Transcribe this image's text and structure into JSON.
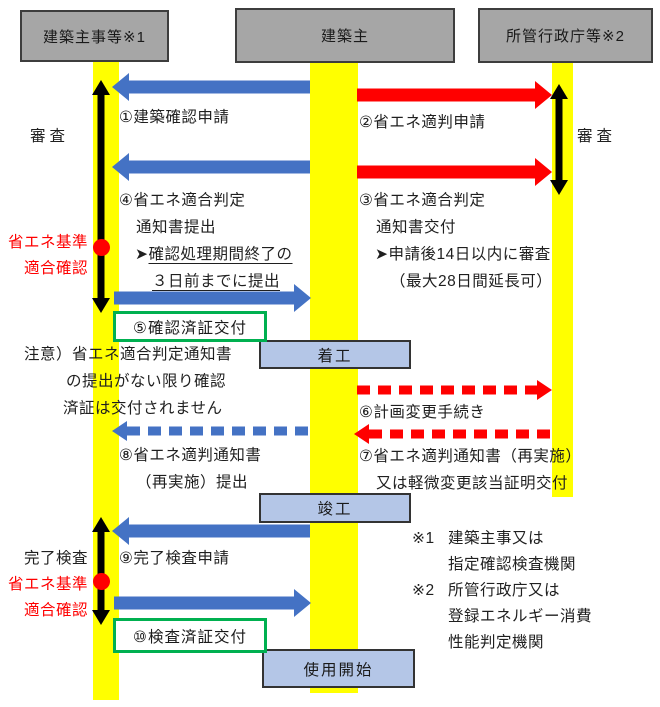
{
  "actors": {
    "left": "建築主事等※1",
    "center": "建築主",
    "right": "所管行政庁等※2"
  },
  "steps": {
    "s1": "①建築確認申請",
    "s2": "②省エネ適判申請",
    "s3_line1": "③省エネ適合判定",
    "s3_line2": "通知書交付",
    "s3_note_prefix": "➤",
    "s3_note1": "申請後14日以内に審査",
    "s3_note2": "（最大28日間延長可）",
    "s4_line1": "④省エネ適合判定",
    "s4_line2": "通知書提出",
    "s4_note_prefix": "➤",
    "s4_note1": "確認処理期間終了の",
    "s4_note2": "３日前までに提出",
    "s5": "⑤確認済証交付",
    "s6": "⑥計画変更手続き",
    "s7_line1": "⑦省エネ適判通知書（再実施）",
    "s7_line2": "又は軽微変更該当証明交付",
    "s8_line1": "⑧省エネ適判通知書",
    "s8_line2": "（再実施）提出",
    "s9": "⑨完了検査申請",
    "s10": "⑩検査済証交付"
  },
  "side": {
    "review_left": "審査",
    "review_right": "審査",
    "energy_standard_1": "省エネ基準",
    "conformity_check_1": "適合確認",
    "final_inspection": "完了検査",
    "energy_standard_2": "省エネ基準",
    "conformity_check_2": "適合確認"
  },
  "milestones": {
    "construction_start": "着工",
    "completion": "竣工",
    "occupancy_start": "使用開始"
  },
  "note": {
    "line1": "注意）省エネ適合判定通知書",
    "line2": "の提出がない限り確認",
    "line3": "済証は交付されません"
  },
  "footnotes": {
    "f1_mark": "※1",
    "f1_line1": "建築主事又は",
    "f1_line2": "指定確認検査機関",
    "f2_mark": "※2",
    "f2_line1": "所管行政庁又は",
    "f2_line2": "登録エネルギー消費",
    "f2_line3": "性能判定機関"
  },
  "colors": {
    "lane_yellow": "#FFFF00",
    "arrow_blue": "#4472C4",
    "arrow_red": "#FF0000",
    "actor_gray": "#A6A6A6",
    "milestone_fill": "#B4C6E7",
    "result_green_border": "#00B050",
    "emphasis_red_text": "#FF0000"
  }
}
